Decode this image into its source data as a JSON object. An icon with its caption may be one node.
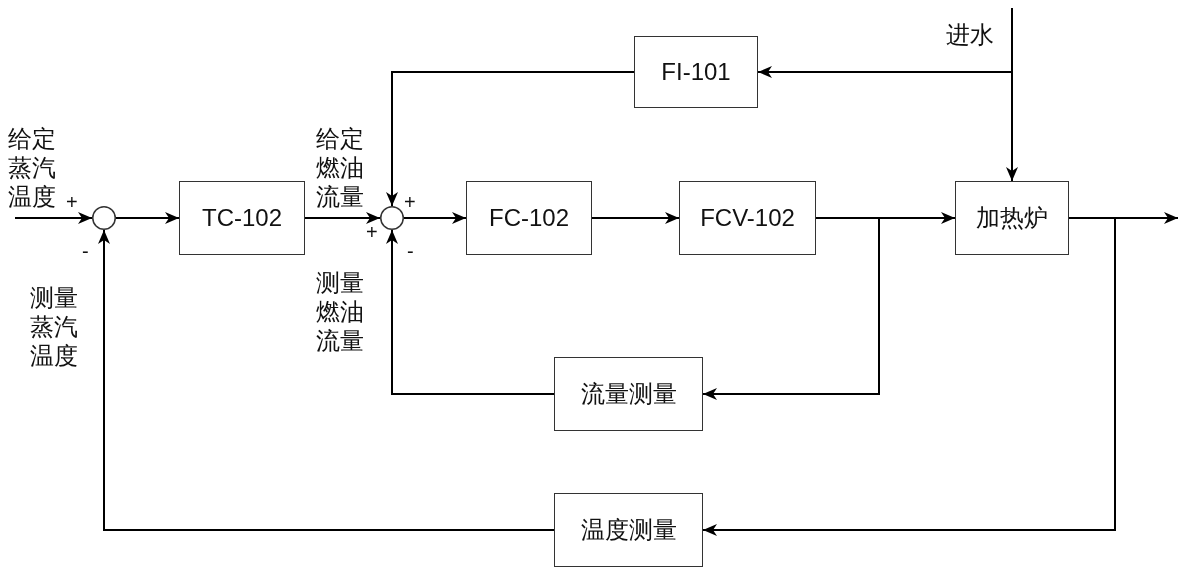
{
  "diagram": {
    "nodes": [
      {
        "text": [
          "FI-101"
        ]
      },
      {
        "text": [],
        "shape": "circle",
        "beside": [
          "+",
          "-"
        ]
      },
      {
        "text": [
          "TC-102"
        ]
      },
      {
        "text": [],
        "shape": "circle",
        "beside": [
          "+",
          "+",
          "-"
        ]
      },
      {
        "text": [
          "FC-102"
        ]
      },
      {
        "text": [
          "FCV-102"
        ]
      },
      {
        "text": [
          "加热炉"
        ]
      },
      {
        "text": [
          "流量测量"
        ]
      },
      {
        "text": [
          "温度测量"
        ]
      }
    ],
    "edges": [
      {
        "from": null,
        "to": 1,
        "arrow": "to",
        "label": "给定蒸汽温度"
      },
      {
        "from": 1,
        "to": 2,
        "arrow": "to"
      },
      {
        "from": 2,
        "to": 3,
        "arrow": "to",
        "label": "给定燃油流量"
      },
      {
        "from": 3,
        "to": 4,
        "arrow": "to"
      },
      {
        "from": 4,
        "to": 5,
        "arrow": "to"
      },
      {
        "from": 5,
        "to": 6,
        "arrow": "to"
      },
      {
        "from": 5,
        "to": 7,
        "arrow": "to"
      },
      {
        "from": 6,
        "to": null,
        "arrow": "to"
      },
      {
        "from": 6,
        "to": 8,
        "arrow": "to"
      },
      {
        "from": 8,
        "to": 1,
        "arrow": "to",
        "label": "测量蒸汽温度"
      },
      {
        "from": 7,
        "to": 3,
        "arrow": "to",
        "label": "测量燃油流量"
      },
      {
        "from": null,
        "to": 6,
        "arrow": "to",
        "label": "进水"
      },
      {
        "from": null,
        "to": 0,
        "arrow": "to"
      },
      {
        "from": 0,
        "to": 3,
        "arrow": "to"
      }
    ]
  }
}
